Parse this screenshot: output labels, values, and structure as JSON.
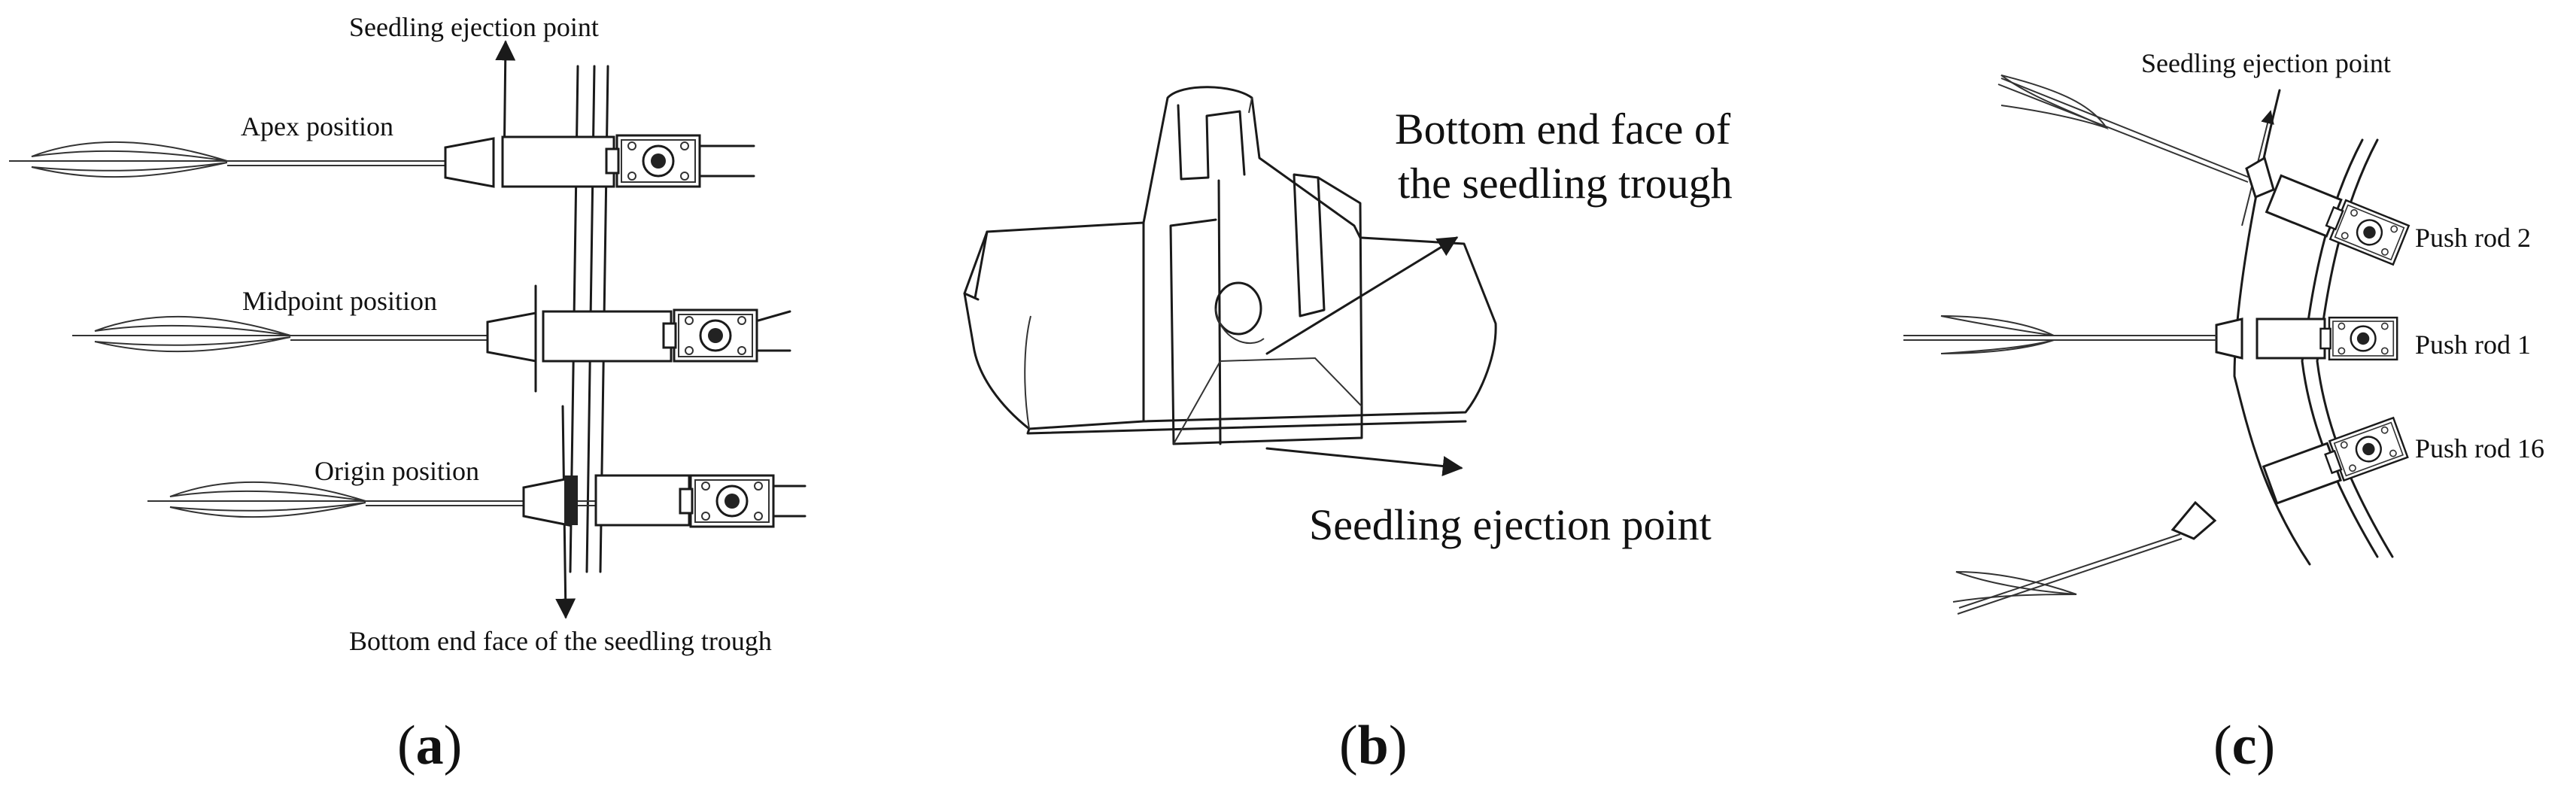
{
  "panels": {
    "a": {
      "letter": "a",
      "labels": {
        "ejection": "Seedling ejection point",
        "apex": "Apex position",
        "midpoint": "Midpoint position",
        "origin": "Origin position",
        "bottom": "Bottom end face of the seedling trough"
      }
    },
    "b": {
      "letter": "b",
      "labels": {
        "bottom_line1": "Bottom end face of",
        "bottom_line2": "the seedling trough",
        "ejection": "Seedling ejection point"
      }
    },
    "c": {
      "letter": "c",
      "labels": {
        "ejection": "Seedling ejection point",
        "rod2": "Push rod 2",
        "rod1": "Push rod 1",
        "rod16": "Push rod 16"
      }
    }
  }
}
